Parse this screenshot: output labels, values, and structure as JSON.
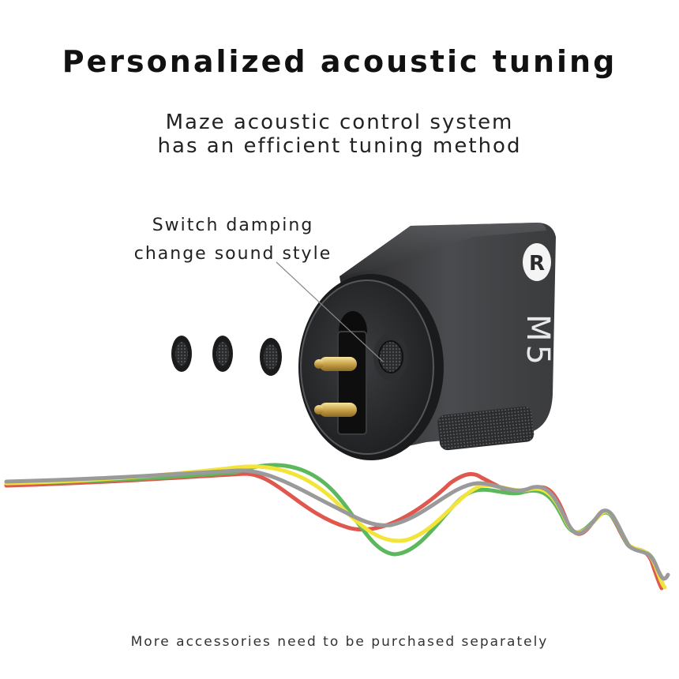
{
  "heading": {
    "title": "Personalized acoustic tuning",
    "subtitle_line1": "Maze acoustic control system",
    "subtitle_line2": "has an efficient tuning method"
  },
  "callout": {
    "line1": "Switch damping",
    "line2": "change sound style"
  },
  "product": {
    "side_badge": "R",
    "model_label": "M5"
  },
  "curves": {
    "colors": {
      "red": "#e0574e",
      "green": "#5cb85c",
      "yellow": "#f2e43a",
      "gray": "#9a9a9a"
    }
  },
  "footer": {
    "note": "More accessories need to be purchased separately"
  }
}
